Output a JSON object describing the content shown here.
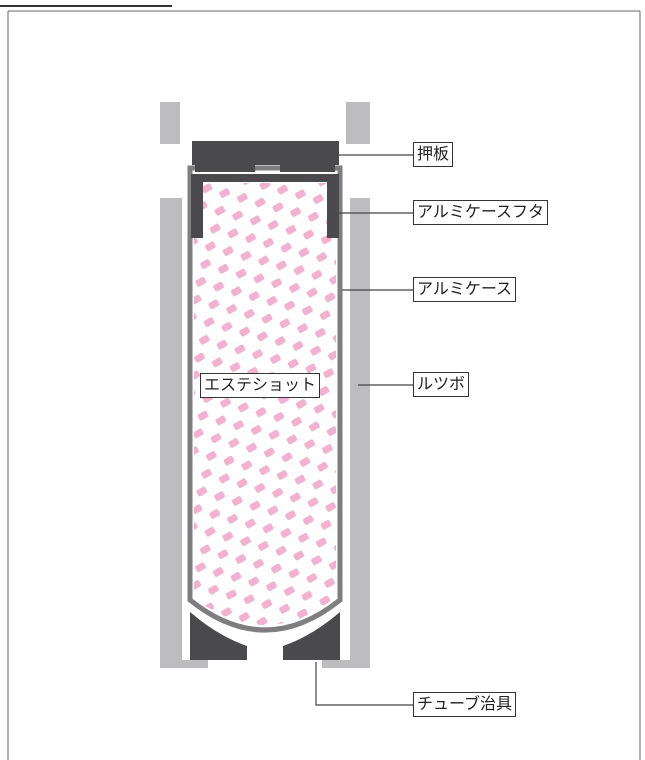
{
  "labels": {
    "press_plate": "押板",
    "aluminum_case_lid": "アルミケースフタ",
    "aluminum_case": "アルミケース",
    "crucible": "ルツボ",
    "sample": "エステショット",
    "tube_jig": "チューブ治具"
  },
  "colors": {
    "crucible_gray": "#bdbdbf",
    "dark_part": "#4a4a4c",
    "case_gray": "#7e7e80",
    "pattern_pink": "#f2b2cf",
    "frame_line": "#555555"
  }
}
